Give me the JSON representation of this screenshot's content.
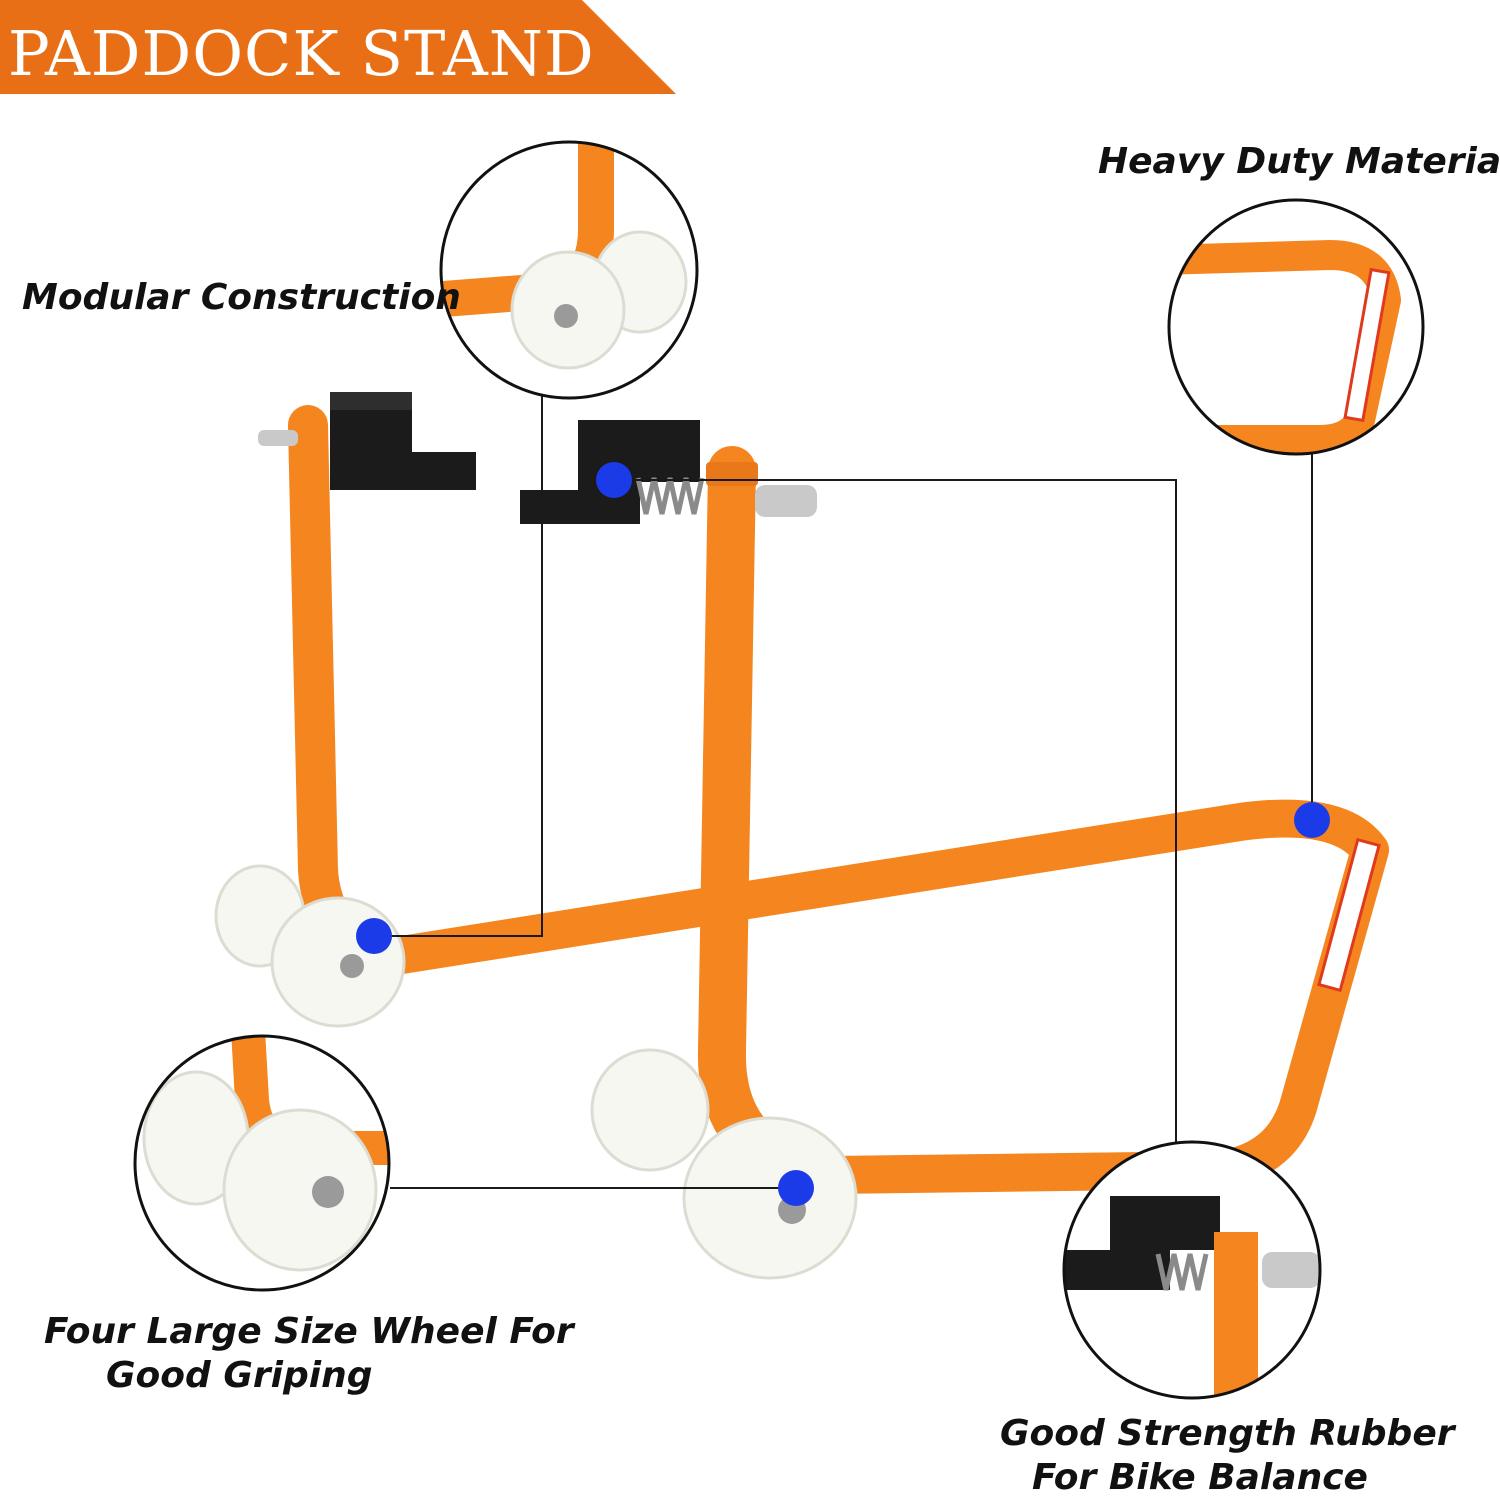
{
  "banner": {
    "title": "PADDOCK STAND",
    "color": "#e86f16"
  },
  "colors": {
    "stand": "#f5861f",
    "stand_shade": "#d96d10",
    "wheel": "#f7f7f2",
    "rubber": "#1b1b1b",
    "marker": "#1c3be8",
    "line": "#1a1a1a"
  },
  "features": {
    "modular": {
      "label": "Modular Construction"
    },
    "heavy": {
      "label": "Heavy Duty Material"
    },
    "wheel": {
      "line1": "Four Large Size Wheel For",
      "line2": "Good Griping"
    },
    "rubber": {
      "line1": "Good Strength Rubber",
      "line2": "For Bike Balance"
    }
  }
}
